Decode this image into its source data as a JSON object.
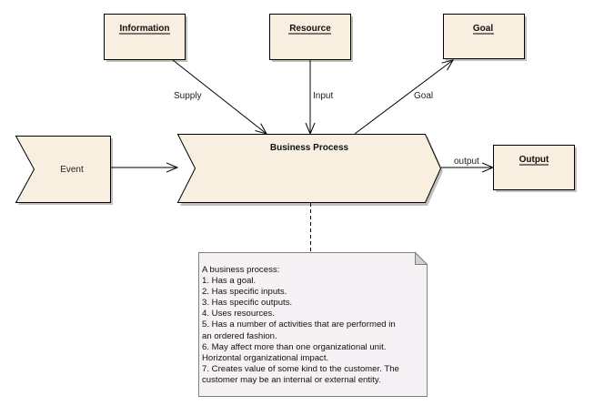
{
  "diagram": {
    "colors": {
      "shape_fill": "#f8efe1",
      "note_fill": "#f6f1f5",
      "shadow": "#c0c0c0",
      "stroke": "#000000",
      "note_stroke": "#808080"
    },
    "nodes": {
      "information": {
        "label": "Information",
        "kind": "class"
      },
      "resource": {
        "label": "Resource",
        "kind": "class"
      },
      "goal": {
        "label": "Goal",
        "kind": "class"
      },
      "event": {
        "label": "Event",
        "kind": "event"
      },
      "business_process": {
        "label": "Business Process",
        "kind": "process"
      },
      "output": {
        "label": "Output",
        "kind": "class"
      }
    },
    "edges": [
      {
        "from": "Information",
        "to": "Business Process",
        "label": "Supply"
      },
      {
        "from": "Resource",
        "to": "Business Process",
        "label": "Input"
      },
      {
        "from": "Business Process",
        "to": "Goal",
        "label": "Goal"
      },
      {
        "from": "Event",
        "to": "Business Process",
        "label": ""
      },
      {
        "from": "Business Process",
        "to": "Output",
        "label": "output"
      },
      {
        "from": "Business Process",
        "to": "Note",
        "label": "",
        "style": "dashed"
      }
    ],
    "edge_labels": {
      "supply": "Supply",
      "input": "Input",
      "goal": "Goal",
      "output": "output"
    },
    "note": {
      "lines": [
        "A business process:",
        "1. Has a goal.",
        "2. Has specific inputs.",
        "3. Has specific outputs.",
        "4. Uses resources.",
        "5. Has a number of activities that are performed in",
        "an ordered fashion.",
        "6. May affect more than one organizational unit.",
        "Horizontal organizational impact.",
        "7. Creates value of some kind to the customer. The",
        "customer may be an internal or external entity."
      ]
    }
  }
}
